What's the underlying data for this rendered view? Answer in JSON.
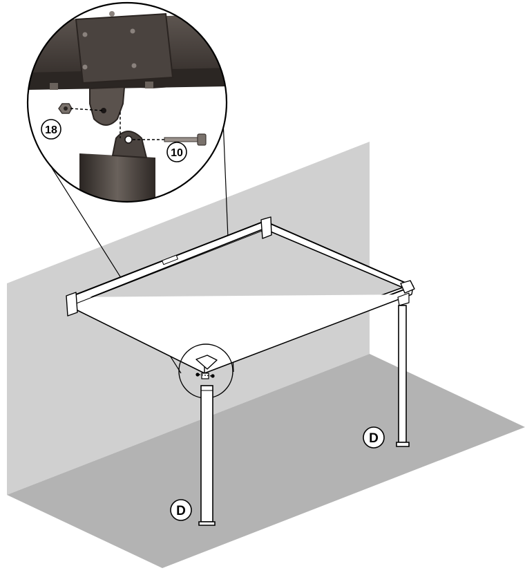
{
  "labels": {
    "part_18": "18",
    "part_10": "10",
    "post_left": "D",
    "post_right": "D"
  },
  "colors": {
    "wall": "#d0d0d0",
    "floor": "#b3b3b3",
    "frame_outline": "#000000",
    "frame_fill": "#ffffff",
    "detail_dark": "#3a3431",
    "detail_mid": "#5a524d",
    "detail_light": "#ffffff"
  },
  "icons": {
    "nut": "hex-nut-icon",
    "bolt": "bolt-icon"
  }
}
